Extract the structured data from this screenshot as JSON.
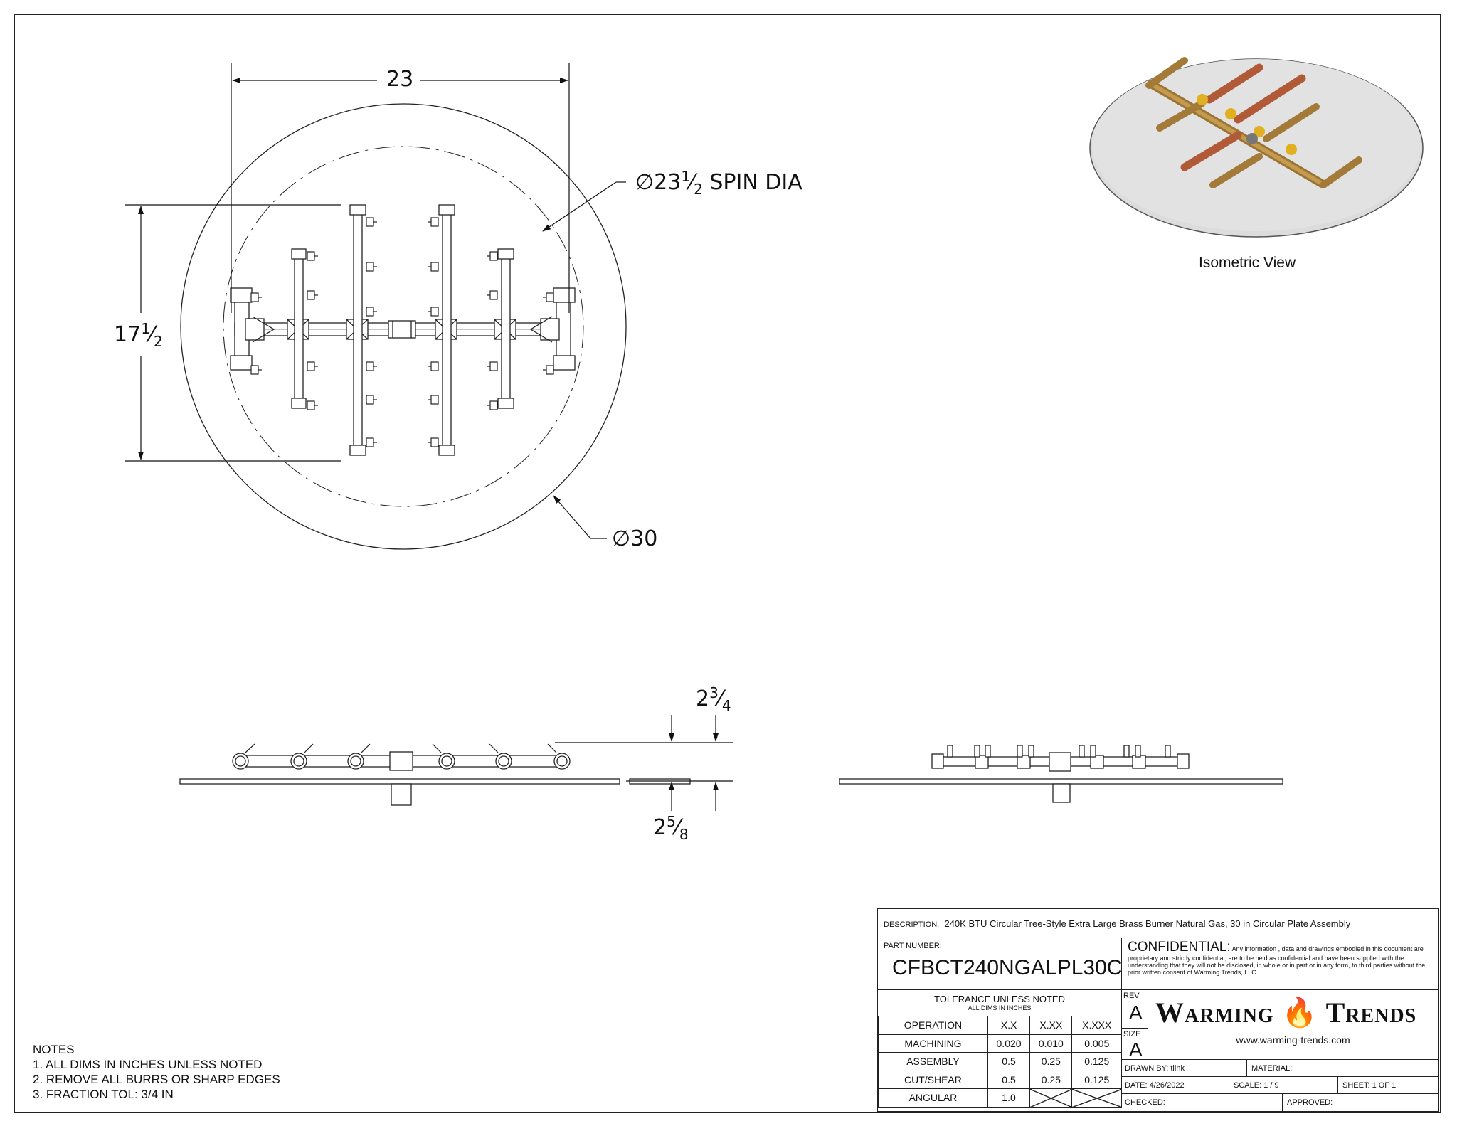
{
  "views": {
    "top_view": {
      "width_dim": "23",
      "height_dim_whole": "17",
      "height_dim_num": "1",
      "height_dim_den": "2",
      "spin_dia_label": "∅23",
      "spin_dia_num": "1",
      "spin_dia_den": "2",
      "spin_dia_suffix": " SPIN DIA",
      "plate_dia_label": "∅30"
    },
    "side_view": {
      "top_dim_whole": "2",
      "top_dim_num": "3",
      "top_dim_den": "4",
      "bottom_dim_whole": "2",
      "bottom_dim_num": "5",
      "bottom_dim_den": "8"
    },
    "isometric": {
      "caption": "Isometric View"
    }
  },
  "notes": {
    "title": "NOTES",
    "items": [
      "1. ALL DIMS IN INCHES UNLESS NOTED",
      "2. REMOVE ALL BURRS OR SHARP EDGES",
      "3. FRACTION TOL: 3/4 IN"
    ]
  },
  "title_block": {
    "description_label": "DESCRIPTION:",
    "description": "240K BTU Circular Tree-Style Extra Large Brass Burner Natural Gas, 30 in Circular Plate Assembly",
    "part_number_label": "PART NUMBER:",
    "part_number": "CFBCT240NGALPL30C",
    "confidential_title": "CONFIDENTIAL:",
    "confidential_text": "Any information , data and drawings embodied in this document are proprietary and strictly confidential, are to be held as confidential and have been supplied with the understanding that they will not be disclosed, in whole or in part or in any form, to third parties without the prior written consent of Warming Trends, LLC.",
    "tolerance_title": "TOLERANCE UNLESS NOTED",
    "tolerance_sub": "ALL DIMS IN INCHES",
    "tolerance_headers": [
      "OPERATION",
      "X.X",
      "X.XX",
      "X.XXX"
    ],
    "tolerance_rows": [
      [
        "MACHINING",
        "0.020",
        "0.010",
        "0.005"
      ],
      [
        "ASSEMBLY",
        "0.5",
        "0.25",
        "0.125"
      ],
      [
        "CUT/SHEAR",
        "0.5",
        "0.25",
        "0.125"
      ],
      [
        "ANGULAR",
        "1.0",
        "",
        ""
      ]
    ],
    "rev_label": "REV",
    "rev": "A",
    "size_label": "SIZE",
    "size": "A",
    "logo_text_1": "Warming",
    "logo_text_2": "Trends",
    "website": "www.warming-trends.com",
    "drawn_by": "DRAWN BY: tlink",
    "material": "MATERIAL:",
    "date": "DATE:   4/26/2022",
    "scale": "SCALE:  1 / 9",
    "sheet": "SHEET:  1    OF    1",
    "checked": "CHECKED:",
    "approved": "APPROVED:"
  }
}
